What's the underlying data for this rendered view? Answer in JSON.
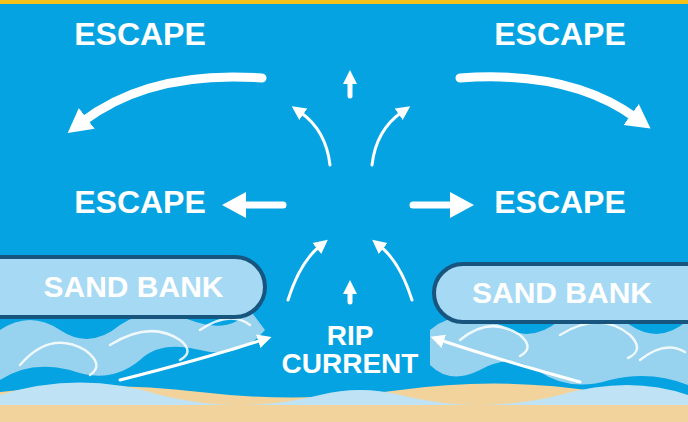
{
  "diagram": {
    "nodes": [
      {
        "text": [
          "SAND BANK"
        ]
      },
      {
        "text": [
          "SAND BANK"
        ]
      }
    ],
    "labels": [
      "ESCAPE",
      "ESCAPE",
      "ESCAPE",
      "ESCAPE",
      "RIP CURRENT"
    ]
  }
}
